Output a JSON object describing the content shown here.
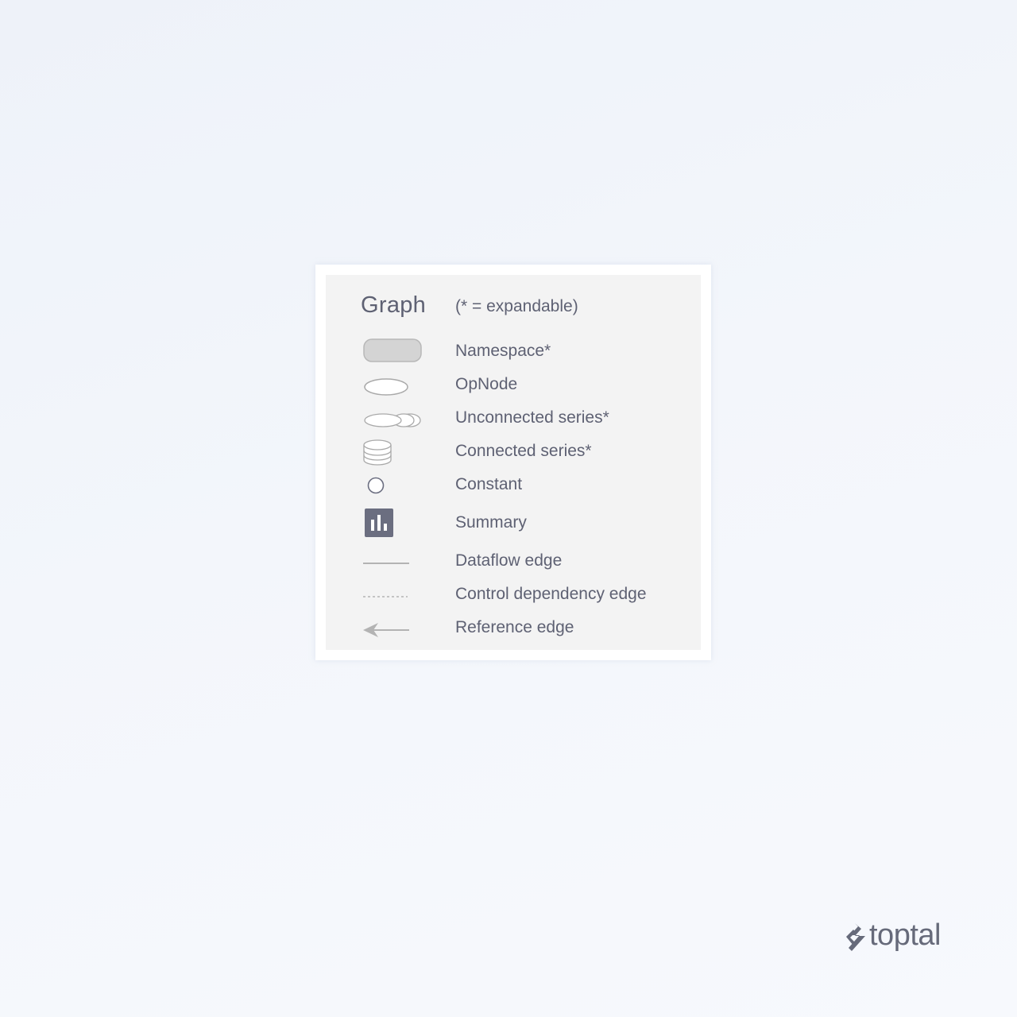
{
  "legend": {
    "title": "Graph",
    "subtitle": "(* = expandable)",
    "items": [
      {
        "label": "Namespace*",
        "icon": "namespace-node"
      },
      {
        "label": "OpNode",
        "icon": "op-node"
      },
      {
        "label": "Unconnected series*",
        "icon": "unconnected-series"
      },
      {
        "label": "Connected series*",
        "icon": "connected-series"
      },
      {
        "label": "Constant",
        "icon": "constant-node"
      },
      {
        "label": "Summary",
        "icon": "summary-node"
      },
      {
        "label": "Dataflow edge",
        "icon": "dataflow-edge"
      },
      {
        "label": "Control dependency edge",
        "icon": "control-dependency-edge"
      },
      {
        "label": "Reference edge",
        "icon": "reference-edge"
      }
    ]
  },
  "brand": {
    "name": "toptal",
    "icon": "toptal-logo"
  },
  "colors": {
    "text": "#5e6173",
    "panel": "#f3f3f3",
    "frame": "#ffffff",
    "symbol_stroke": "#a9a9a9",
    "namespace_fill": "#d4d4d4",
    "summary_fill": "#6b6e80",
    "brand": "#666a7a"
  }
}
